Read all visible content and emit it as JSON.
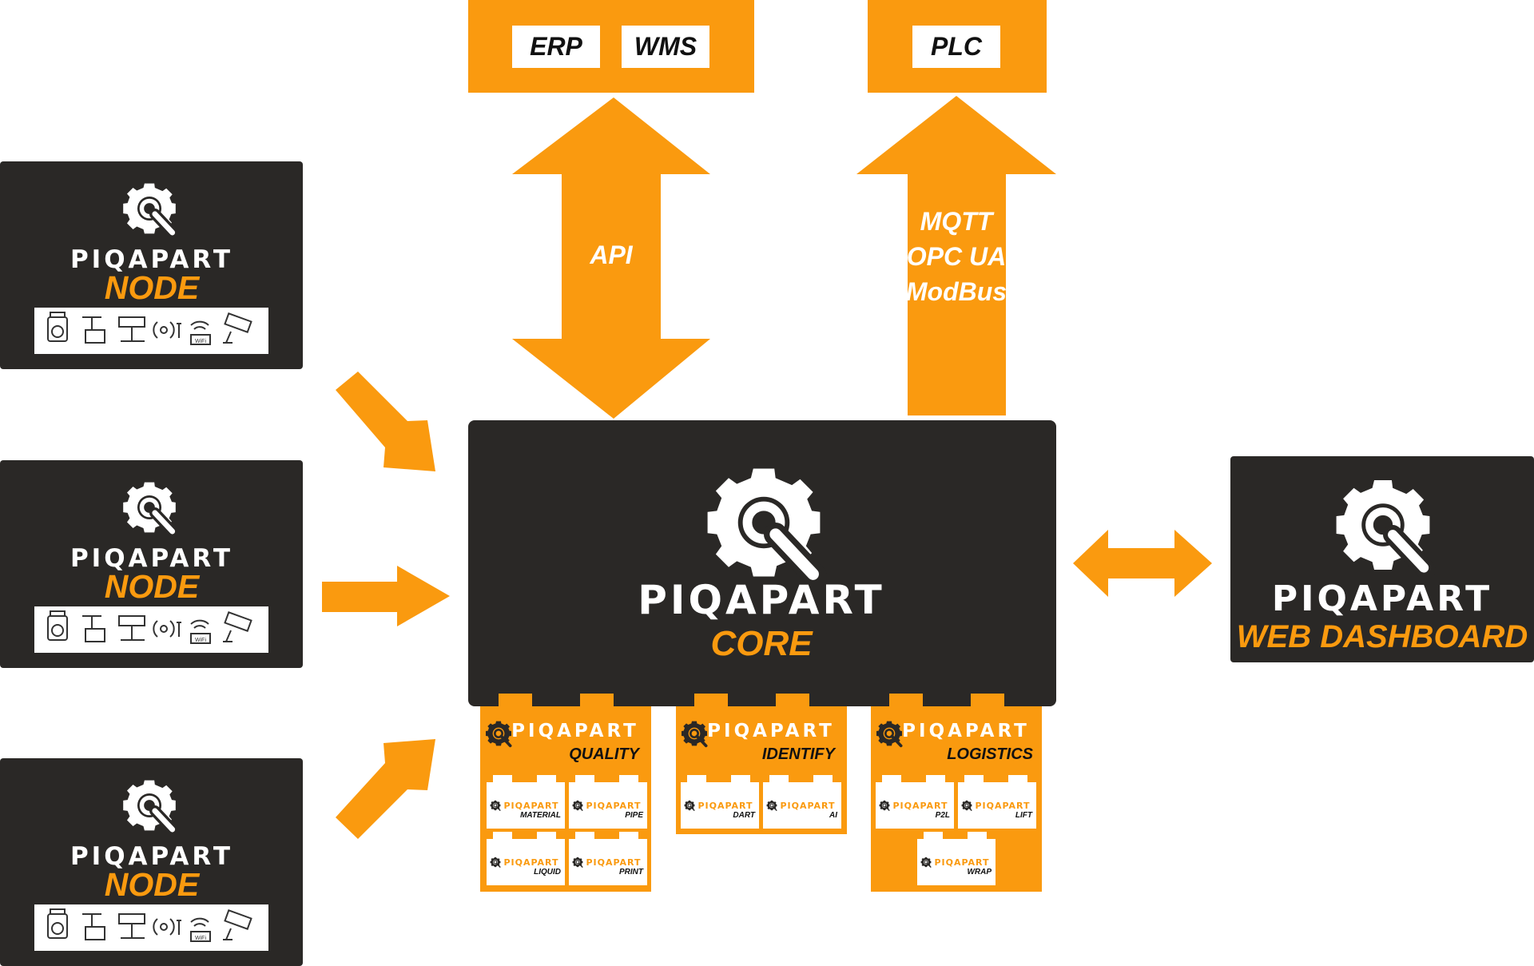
{
  "colors": {
    "orange": "#FA9A0F",
    "dark": "#2A2826",
    "white": "#FFFFFF"
  },
  "icons": {
    "brand": "gear-magnifier-icon",
    "devices": [
      "dome-camera-icon",
      "scanner-icon",
      "network-switch-icon",
      "rfid-icon",
      "wifi-icon",
      "cctv-camera-icon"
    ]
  },
  "external_systems": {
    "erp": "ERP",
    "wms": "WMS",
    "plc": "PLC"
  },
  "connections": {
    "api": "API",
    "protocols": [
      "MQTT",
      "OPC UA",
      "ModBus"
    ]
  },
  "brand_name": "PIQAPART",
  "nodes": [
    {
      "name": "PIQAPART",
      "role": "NODE",
      "wifi_label": "WiFi"
    },
    {
      "name": "PIQAPART",
      "role": "NODE",
      "wifi_label": "WiFi"
    },
    {
      "name": "PIQAPART",
      "role": "NODE",
      "wifi_label": "WiFi"
    }
  ],
  "core": {
    "name": "PIQAPART",
    "role": "CORE"
  },
  "dashboard": {
    "name": "PIQAPART",
    "role": "WEB DASHBOARD"
  },
  "modules": [
    {
      "name": "PIQAPART",
      "role": "QUALITY",
      "submodules": [
        "MATERIAL",
        "PIPE",
        "LIQUID",
        "PRINT"
      ]
    },
    {
      "name": "PIQAPART",
      "role": "IDENTIFY",
      "submodules": [
        "DART",
        "AI"
      ]
    },
    {
      "name": "PIQAPART",
      "role": "LOGISTICS",
      "submodules": [
        "P2L",
        "LIFT",
        "WRAP"
      ]
    }
  ]
}
